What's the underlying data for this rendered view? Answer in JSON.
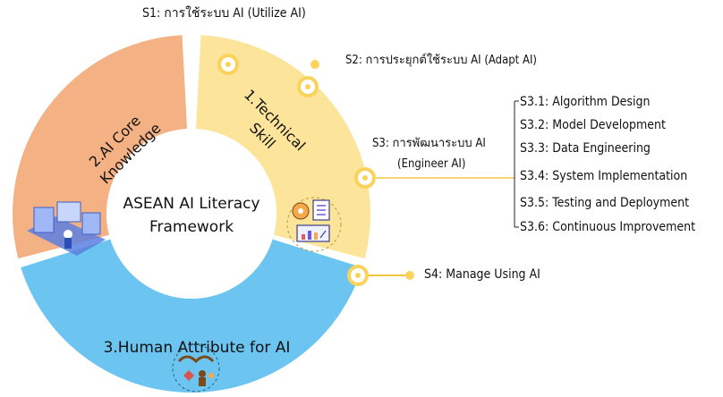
{
  "center": {
    "line1": "ASEAN AI Literacy",
    "line2": "Framework"
  },
  "segments": {
    "technical": {
      "line1": "1.Technical",
      "line2": "Skill",
      "color": "#FCE49A"
    },
    "core": {
      "line1": "2.AI Core",
      "line2": "Knowledge",
      "color": "#F4B184"
    },
    "human": {
      "label": "3.Human Attribute for AI",
      "color": "#6CC4F0"
    }
  },
  "skills": {
    "s1": "S1: การใช้ระบบ AI (Utilize AI)",
    "s2": "S2: การประยุกต์ใช้ระบบ AI (Adapt AI)",
    "s3_line1": "S3: การพัฒนาระบบ AI",
    "s3_line2": "(Engineer AI)",
    "s4": "S4: Manage Using AI"
  },
  "s3_sub": [
    "S3.1: Algorithm Design",
    "S3.2: Model Development",
    "S3.3: Data Engineering",
    "S3.4: System Implementation",
    "S3.5: Testing and Deployment",
    "S3.6: Continuous Improvement"
  ],
  "colors": {
    "dot": "#F9D35C",
    "line": "#F3C545"
  },
  "icons": [
    "dashboard-illustration-icon",
    "tech-skill-icon",
    "hands-heart-icon"
  ]
}
